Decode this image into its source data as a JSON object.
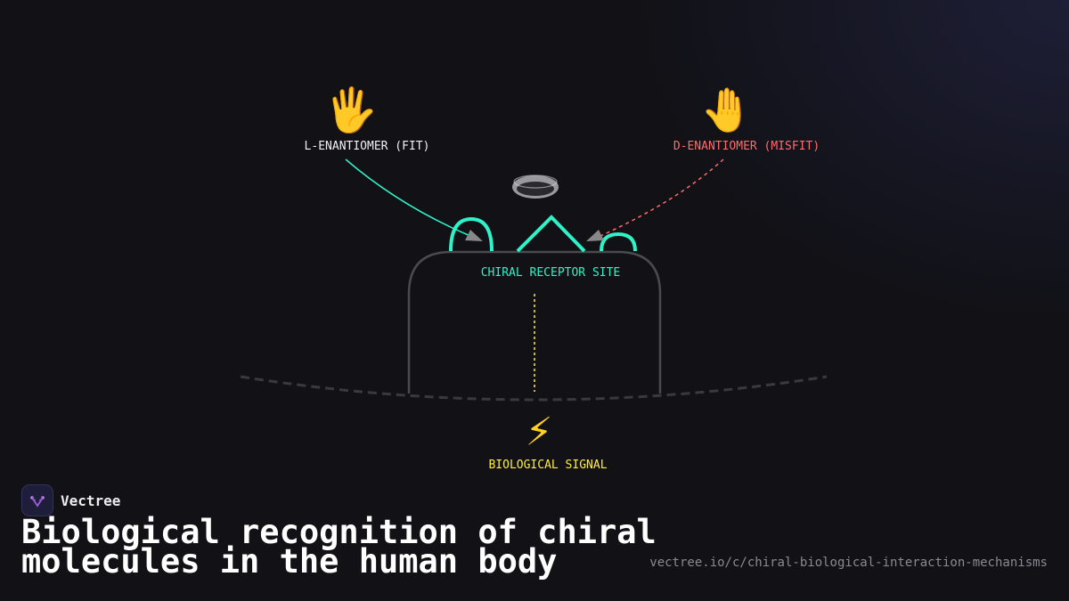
{
  "labels": {
    "l_enantiomer": "L-ENANTIOMER (FIT)",
    "d_enantiomer": "D-ENANTIOMER (MISFIT)",
    "receptor_site": "CHIRAL RECEPTOR SITE",
    "biological_signal": "BIOLOGICAL SIGNAL"
  },
  "icons": {
    "left_hand": "raised-hand-with-fingers-splayed-icon",
    "right_hand": "raised-back-of-hand-icon",
    "signal": "lightning-bolt-icon",
    "brand": "vectree-logo-icon"
  },
  "glyphs": {
    "left_hand": "🖐",
    "right_hand": "🤚",
    "signal": "⚡"
  },
  "colors": {
    "fit": "#2ff3c8",
    "misfit": "#ff6b6b",
    "signal": "#ffee3a",
    "receptor_outline": "#4a4a4f",
    "background": "#111116"
  },
  "footer": {
    "brand": "Vectree",
    "title": "Biological recognition of chiral molecules in the human body",
    "url": "vectree.io/c/chiral-biological-interaction-mechanisms"
  }
}
